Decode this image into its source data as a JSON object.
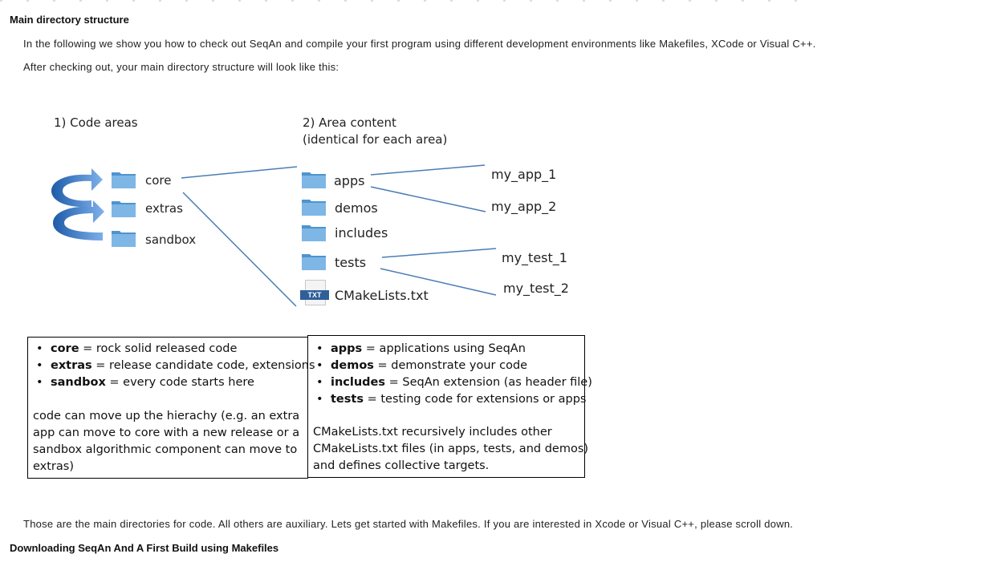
{
  "headings": {
    "main": "Main directory structure",
    "download": "Downloading SeqAn And A First Build using Makefiles"
  },
  "paragraphs": {
    "intro": "In the following we show you how to check out SeqAn and compile your first program using different development environments like Makefiles, XCode or Visual C++.",
    "after": "After checking out, your main directory structure will look like this:",
    "outro": "Those are the main directories for code. All others are auxiliary. Lets get started with Makefiles. If you are interested in Xcode or Visual C++, please scroll down."
  },
  "diagram": {
    "col1_title": "1) Code areas",
    "col2_title_1": "2) Area content",
    "col2_title_2": "(identical for each area)",
    "areas": [
      "core",
      "extras",
      "sandbox"
    ],
    "contents": [
      "apps",
      "demos",
      "includes",
      "tests"
    ],
    "cmake_file": "CMakeLists.txt",
    "file_badge": "TXT",
    "apps_children": [
      "my_app_1",
      "my_app_2"
    ],
    "tests_children": [
      "my_test_1",
      "my_test_2"
    ],
    "colors": {
      "folder": "#4f94cd",
      "arrow": "#3f7fcc",
      "line": "#4a7db5"
    }
  },
  "box_left": {
    "bullet": "•",
    "items": [
      {
        "term": "core",
        "desc": " = rock solid released code"
      },
      {
        "term": "extras",
        "desc": " = release candidate code, extensions"
      },
      {
        "term": "sandbox",
        "desc": " = every code starts here"
      }
    ],
    "lines": [
      "code can move up the hierachy (e.g. an extra",
      "app can move to core with a new release or a",
      "sandbox algorithmic component can move to",
      "extras)"
    ]
  },
  "box_right": {
    "bullet": "•",
    "items": [
      {
        "term": "apps",
        "desc": " = applications using SeqAn"
      },
      {
        "term": "demos",
        "desc": " = demonstrate your code"
      },
      {
        "term": "includes",
        "desc": " = SeqAn extension (as header file)"
      },
      {
        "term": "tests",
        "desc": " = testing code for extensions or apps"
      }
    ],
    "lines": [
      "CMakeLists.txt recursively includes other",
      "CMakeLists.txt files (in apps, tests, and demos)",
      "and defines collective targets."
    ]
  }
}
